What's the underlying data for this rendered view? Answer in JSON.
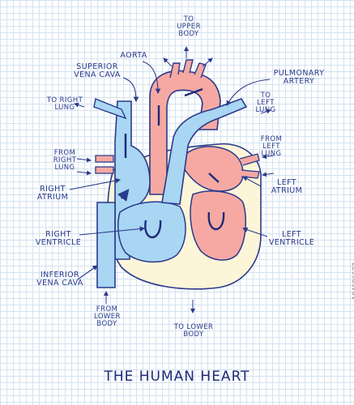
{
  "title": "THE HUMAN HEART",
  "labels": {
    "to_upper_body": "TO\nUPPER\nBODY",
    "aorta": "AORTA",
    "superior_vena_cava": "SUPERIOR\nVENA CAVA",
    "pulmonary_artery": "PULMONARY\nARTERY",
    "to_right_lung": "TO RIGHT\nLUNG",
    "to_left_lung": "TO\nLEFT\nLUNG",
    "from_right_lung": "FROM\nRIGHT\nLUNG",
    "from_left_lung": "FROM\nLEFT\nLUNG",
    "right_atrium": "RIGHT\nATRIUM",
    "left_atrium": "LEFT\nATRIUM",
    "right_ventricle": "RIGHT\nVENTRICLE",
    "left_ventricle": "LEFT\nVENTRICLE",
    "inferior_vena_cava": "INFERIOR\nVENA CAVA",
    "from_lower_body": "FROM\nLOWER\nBODY",
    "to_lower_body": "TO LOWER\nBODY"
  },
  "colors": {
    "deoxygenated": "#a9d6f2",
    "oxygenated": "#f5a9a2",
    "outline": "#2a3a8c",
    "tissue": "#fdf5d8"
  },
  "watermark": "184686677"
}
